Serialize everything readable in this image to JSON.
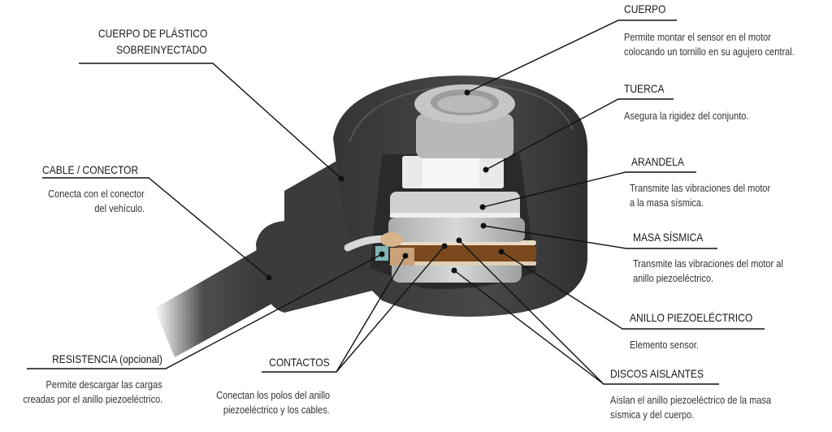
{
  "labels": {
    "plastic_body": {
      "title_1": "CUERPO DE PLÁSTICO",
      "title_2": "SOBREINYECTADO"
    },
    "cable": {
      "title": "CABLE / CONECTOR",
      "desc_1": "Conecta con el conector",
      "desc_2": "del vehículo."
    },
    "resistor": {
      "title": "RESISTENCIA (opcional)",
      "desc_1": "Permite descargar las cargas",
      "desc_2": "creadas por el anillo piezoeléctrico."
    },
    "contacts": {
      "title": "CONTACTOS",
      "desc_1": "Conectan los polos del anillo",
      "desc_2": "piezoeléctrico y los cables."
    },
    "body": {
      "title": "CUERPO",
      "desc_1": "Permite montar el sensor en el motor",
      "desc_2": "colocando un tornillo en su agujero central."
    },
    "nut": {
      "title": "TUERCA",
      "desc_1": "Asegura la rigidez del conjunto."
    },
    "washer": {
      "title": "ARANDELA",
      "desc_1": "Transmite las vibraciones del motor",
      "desc_2": "a la masa sísmica."
    },
    "seismic_mass": {
      "title": "MASA SÍSMICA",
      "desc_1": "Transmite las vibraciones del motor al",
      "desc_2": "anillo piezoeléctrico."
    },
    "piezo_ring": {
      "title": "ANILLO PIEZOELÉCTRICO",
      "desc_1": "Elemento sensor."
    },
    "insulating_discs": {
      "title": "DISCOS AISLANTES",
      "desc_1": "Aíslan el anillo piezoeléctrico de la masa",
      "desc_2": "sísmica y del cuerpo."
    }
  },
  "colors": {
    "body": "#3d3d3f",
    "metal": "#c9cbcd",
    "piezo": "#7a4a1e",
    "leader": "#111111"
  }
}
